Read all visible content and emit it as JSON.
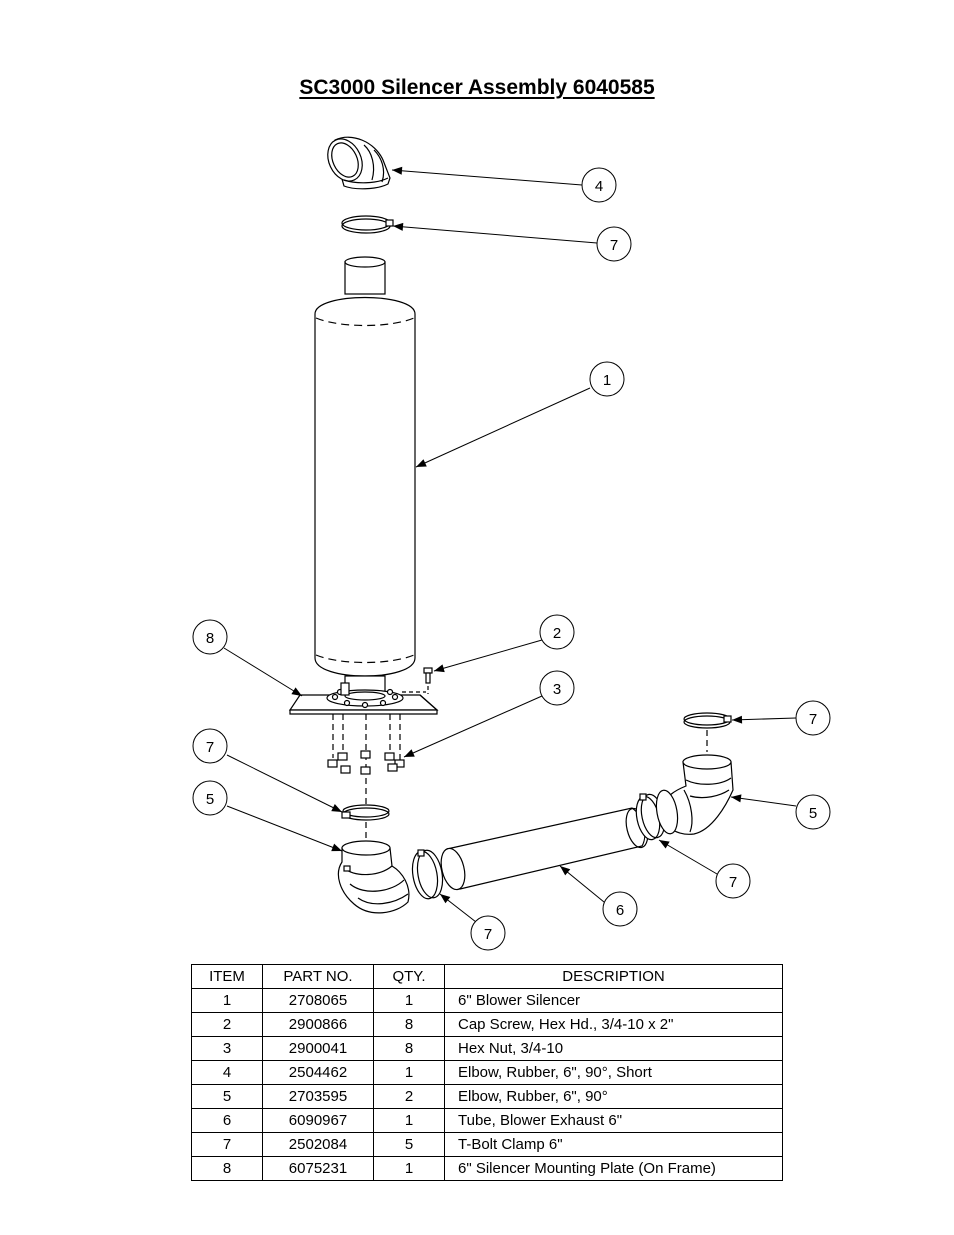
{
  "title": "SC3000 Silencer Assembly 6040585",
  "balloons": [
    "4",
    "7",
    "1",
    "8",
    "2",
    "3",
    "7",
    "7",
    "5",
    "5",
    "7",
    "6",
    "7"
  ],
  "table": {
    "headers": [
      "ITEM",
      "PART NO.",
      "QTY.",
      "DESCRIPTION"
    ],
    "rows": [
      {
        "item": "1",
        "part": "2708065",
        "qty": "1",
        "desc": "6\" Blower Silencer"
      },
      {
        "item": "2",
        "part": "2900866",
        "qty": "8",
        "desc": "Cap Screw, Hex Hd., 3/4-10 x 2\""
      },
      {
        "item": "3",
        "part": "2900041",
        "qty": "8",
        "desc": "Hex Nut, 3/4-10"
      },
      {
        "item": "4",
        "part": "2504462",
        "qty": "1",
        "desc": "Elbow, Rubber, 6\", 90°, Short"
      },
      {
        "item": "5",
        "part": "2703595",
        "qty": "2",
        "desc": "Elbow, Rubber, 6\", 90°"
      },
      {
        "item": "6",
        "part": "6090967",
        "qty": "1",
        "desc": "Tube, Blower Exhaust 6\""
      },
      {
        "item": "7",
        "part": "2502084",
        "qty": "5",
        "desc": "T-Bolt Clamp 6\""
      },
      {
        "item": "8",
        "part": "6075231",
        "qty": "1",
        "desc": "6\" Silencer Mounting Plate (On Frame)"
      }
    ]
  }
}
